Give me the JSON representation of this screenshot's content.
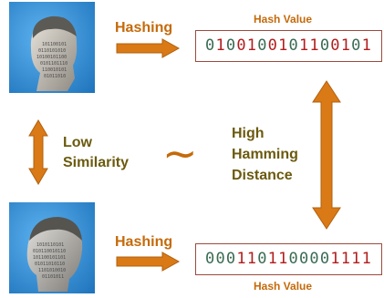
{
  "top": {
    "hashing_label": "Hashing",
    "hash_value_caption": "Hash Value",
    "hash_bits": "0100100101100101",
    "bit_colors": [
      "#3a6b53",
      "#b21d1d",
      "#3a6b53",
      "#b21d1d",
      "#b21d1d",
      "#3a6b53",
      "#b21d1d",
      "#b21d1d",
      "#3a6b53",
      "#b21d1d",
      "#b21d1d",
      "#3a6b53",
      "#b21d1d",
      "#b21d1d",
      "#3a6b53",
      "#b21d1d"
    ]
  },
  "bottom": {
    "hashing_label": "Hashing",
    "hash_value_caption": "Hash Value",
    "hash_bits": "0001101100001111",
    "bit_colors": [
      "#3a6b53",
      "#3a6b53",
      "#3a6b53",
      "#b21d1d",
      "#b21d1d",
      "#3a6b53",
      "#b21d1d",
      "#b21d1d",
      "#3a6b53",
      "#3a6b53",
      "#3a6b53",
      "#3a6b53",
      "#b21d1d",
      "#b21d1d",
      "#b21d1d",
      "#b21d1d"
    ]
  },
  "left_relation": {
    "line1": "Low",
    "line2": "Similarity"
  },
  "similar_symbol": "~",
  "right_relation": {
    "line1": "High",
    "line2": "Hamming",
    "line3": "Distance"
  },
  "colors": {
    "arrow_orange": "#d97a16",
    "label_orange": "#c56a0a",
    "mid_text": "#6b5a0e",
    "bit_zero": "#3a6b53",
    "bit_one": "#b21d1d",
    "box_border": "#9c4a3c"
  }
}
